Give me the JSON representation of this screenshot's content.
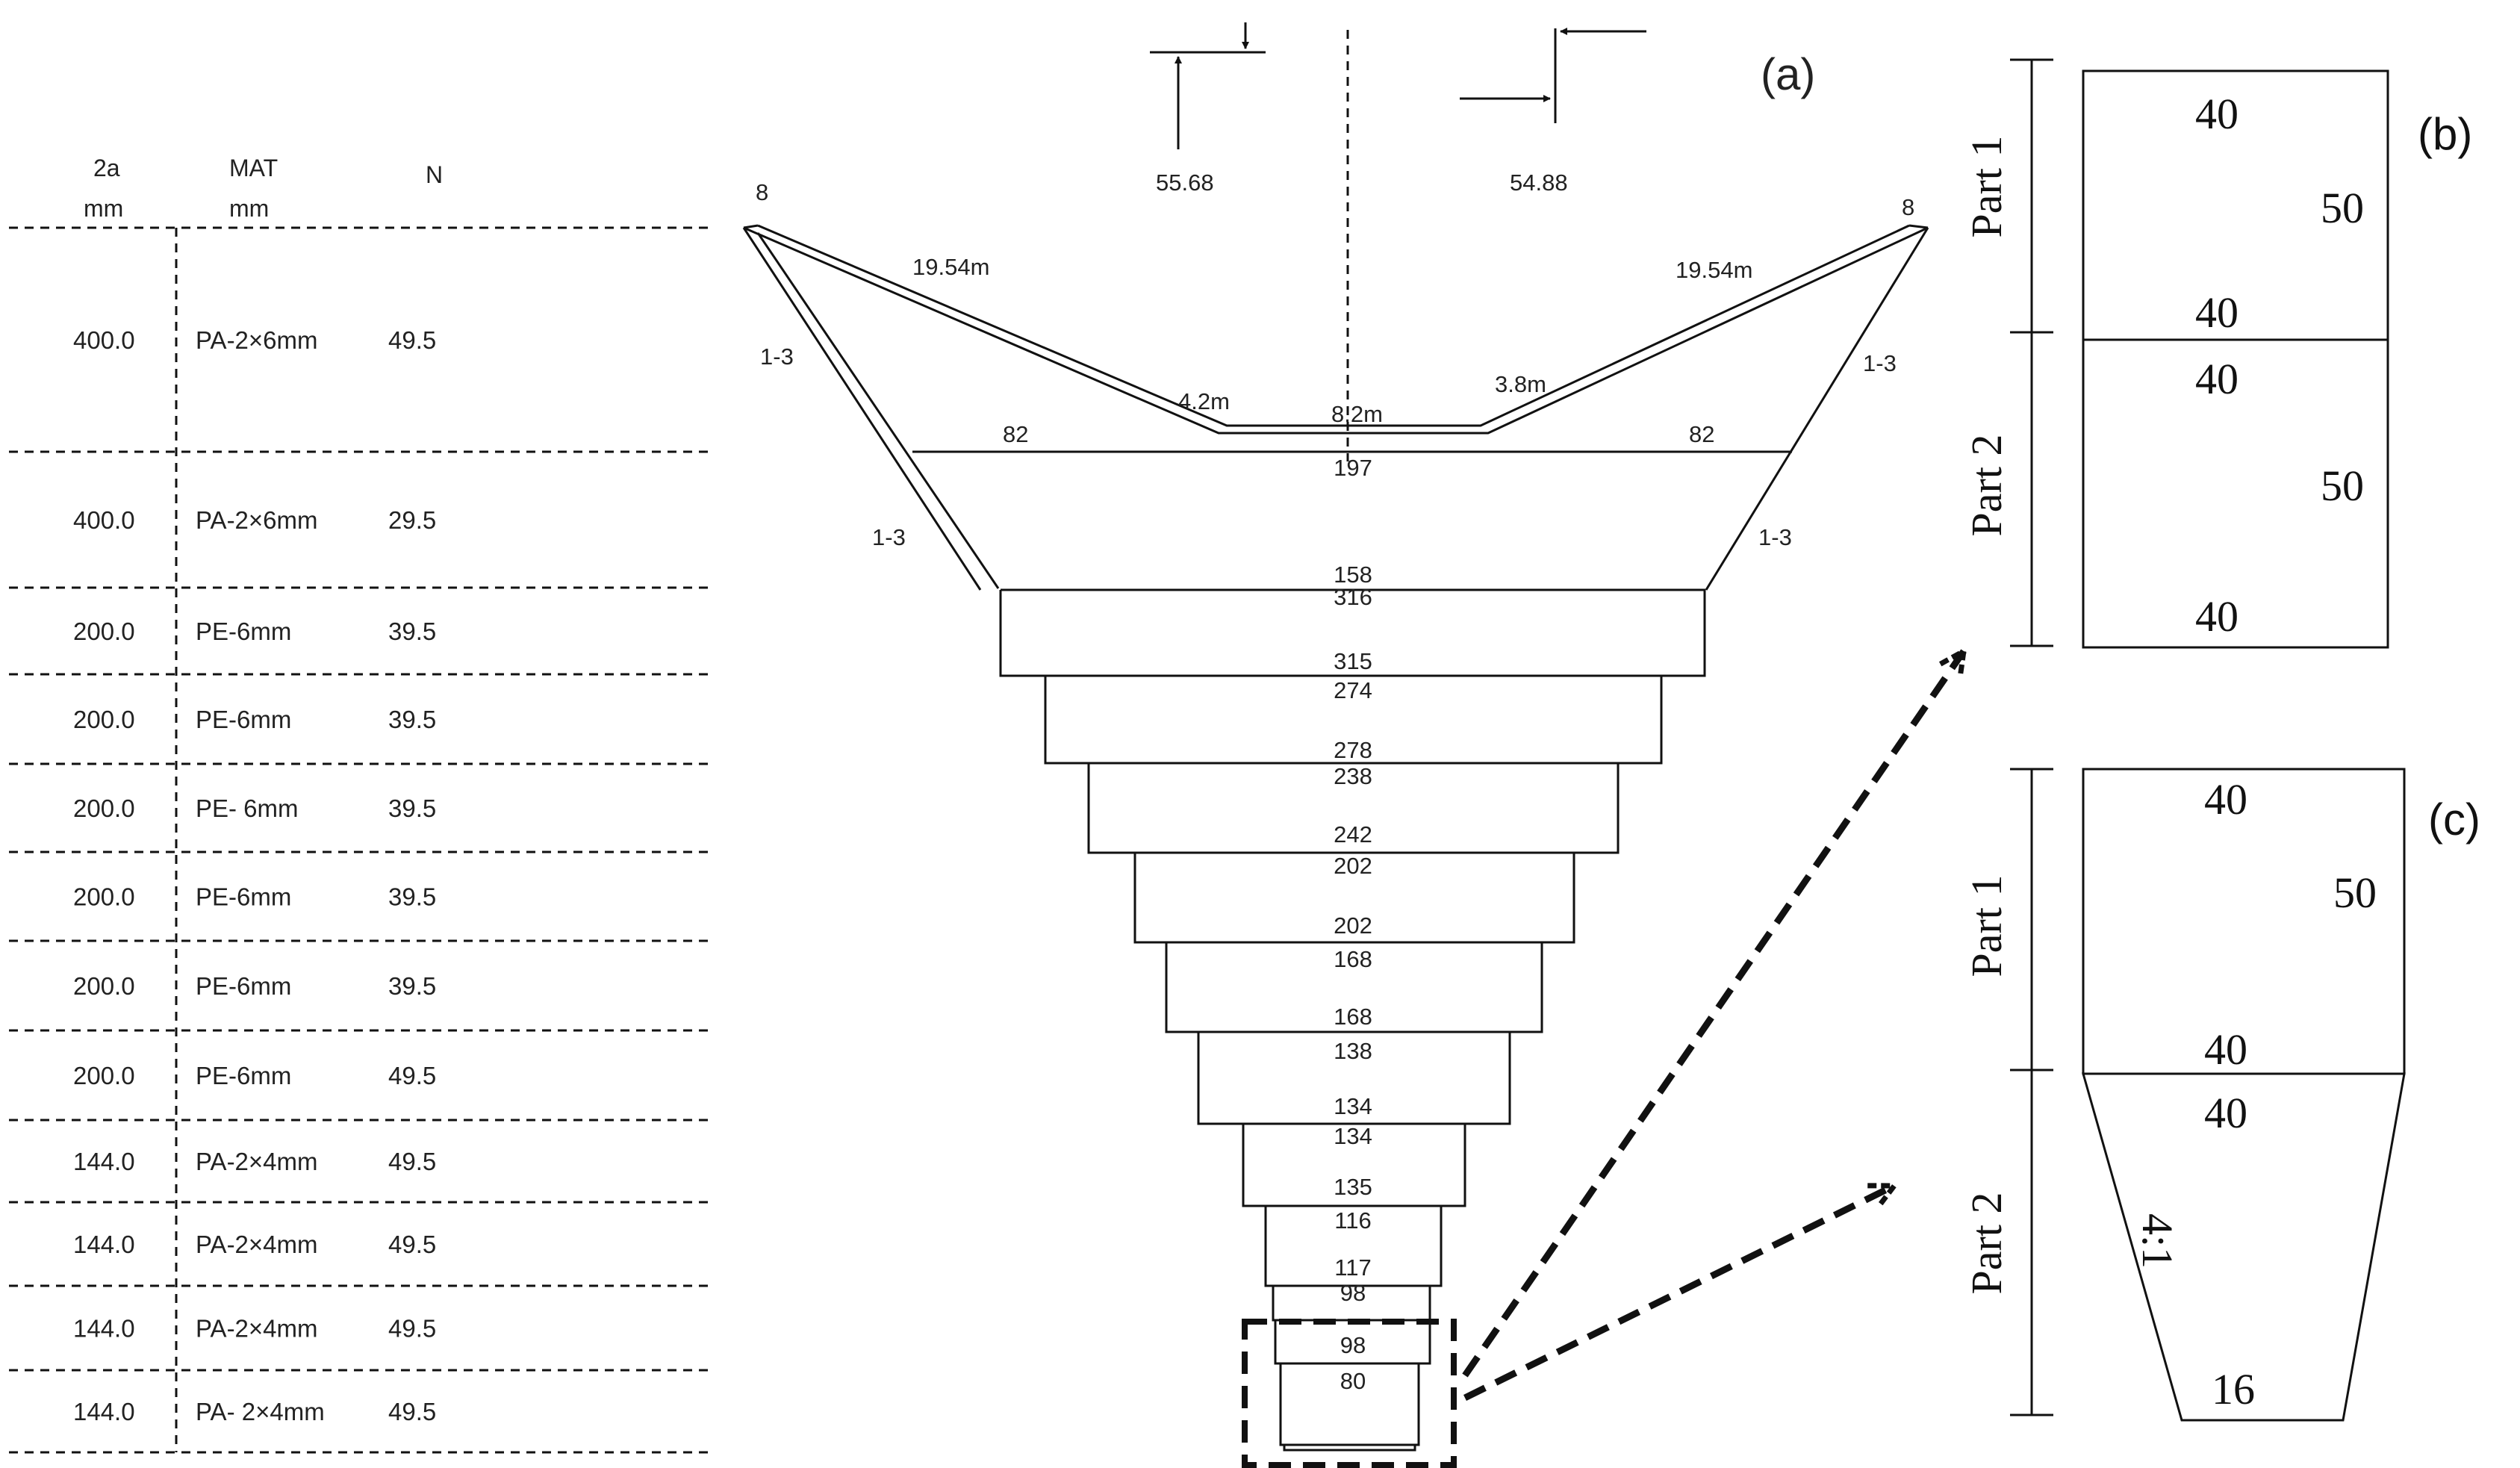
{
  "table": {
    "headers": [
      {
        "line1": "2a",
        "line2": "mm"
      },
      {
        "line1": "MAT",
        "line2": "mm"
      },
      {
        "line1": "N",
        "line2": ""
      }
    ],
    "rows": [
      {
        "a": "400.0",
        "mat": "PA-2×6mm",
        "n": "49.5"
      },
      {
        "a": "400.0",
        "mat": "PA-2×6mm",
        "n": "29.5"
      },
      {
        "a": "200.0",
        "mat": "PE-6mm",
        "n": "39.5"
      },
      {
        "a": "200.0",
        "mat": "PE-6mm",
        "n": "39.5"
      },
      {
        "a": "200.0",
        "mat": "PE- 6mm",
        "n": "39.5"
      },
      {
        "a": "200.0",
        "mat": "PE-6mm",
        "n": "39.5"
      },
      {
        "a": "200.0",
        "mat": "PE-6mm",
        "n": "39.5"
      },
      {
        "a": "200.0",
        "mat": "PE-6mm",
        "n": "49.5"
      },
      {
        "a": "144.0",
        "mat": "PA-2×4mm",
        "n": "49.5"
      },
      {
        "a": "144.0",
        "mat": "PA-2×4mm",
        "n": "49.5"
      },
      {
        "a": "144.0",
        "mat": "PA-2×4mm",
        "n": "49.5"
      },
      {
        "a": "144.0",
        "mat": "PA- 2×4mm",
        "n": "49.5"
      }
    ]
  },
  "panel_a": {
    "label": "(a)",
    "top_dims": {
      "left": "55.68",
      "right": "54.88"
    },
    "wing_width": "8",
    "wing_length": "19.54m",
    "slope": "1-3",
    "inner_left": "4.2m",
    "inner_center": "8.2m",
    "inner_right": "3.8m",
    "side_82": "82",
    "section_values": [
      "197",
      "158",
      "316",
      "315",
      "274",
      "278",
      "238",
      "242",
      "202",
      "202",
      "168",
      "168",
      "138",
      "134",
      "134",
      "135",
      "116",
      "117",
      "98",
      "98",
      "80"
    ]
  },
  "panel_b": {
    "label": "(b)",
    "part1": "Part 1",
    "part2": "Part 2",
    "values": [
      "40",
      "50",
      "40",
      "40",
      "50",
      "40"
    ]
  },
  "panel_c": {
    "label": "(c)",
    "part1": "Part 1",
    "part2": "Part 2",
    "values": [
      "40",
      "50",
      "40",
      "40",
      "4:1",
      "16"
    ]
  }
}
